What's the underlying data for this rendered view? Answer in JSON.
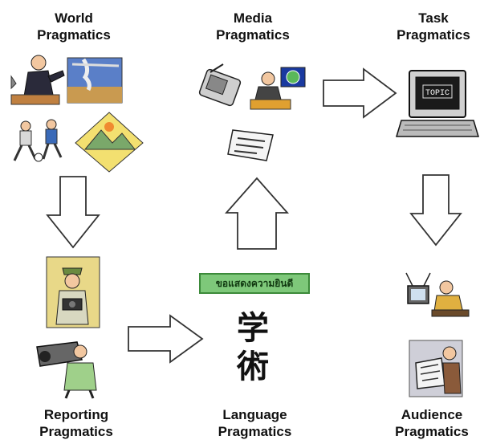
{
  "nodes": {
    "world": {
      "line1": "World",
      "line2": "Pragmatics"
    },
    "media": {
      "line1": "Media",
      "line2": "Pragmatics"
    },
    "task": {
      "line1": "Task",
      "line2": "Pragmatics"
    },
    "reporting": {
      "line1": "Reporting",
      "line2": "Pragmatics"
    },
    "language": {
      "line1": "Language",
      "line2": "Pragmatics"
    },
    "audience": {
      "line1": "Audience",
      "line2": "Pragmatics"
    }
  },
  "computer_screen_text": "TOPIC",
  "language_samples": {
    "thai_banner": "ขอแสดงความยินดี",
    "kanji": [
      "学",
      "術"
    ]
  },
  "colors": {
    "arrow_stroke": "#333333",
    "arrow_fill": "#ffffff",
    "thai_banner_bg": "#7ec87a"
  }
}
